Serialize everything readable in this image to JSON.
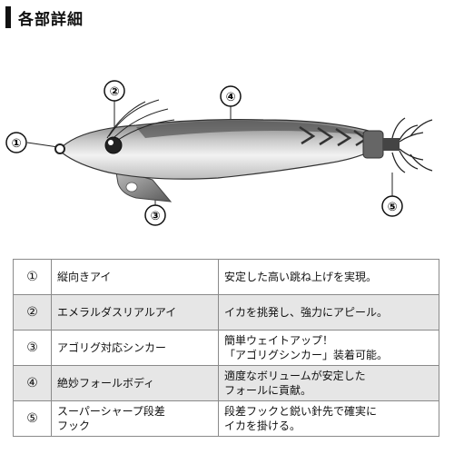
{
  "header": {
    "title": "各部詳細"
  },
  "callouts": [
    "①",
    "②",
    "③",
    "④",
    "⑤"
  ],
  "table": {
    "rows": [
      {
        "num": "①",
        "name": [
          "縦向きアイ"
        ],
        "desc": [
          "安定した高い跳ね上げを実現。"
        ]
      },
      {
        "num": "②",
        "name": [
          "エメラルダスリアルアイ"
        ],
        "desc": [
          "イカを挑発し、強力にアピール。"
        ]
      },
      {
        "num": "③",
        "name": [
          "アゴリグ対応シンカー"
        ],
        "desc": [
          "簡単ウェイトアップ！",
          "「アゴリグシンカー」装着可能。"
        ]
      },
      {
        "num": "④",
        "name": [
          "絶妙フォールボディ"
        ],
        "desc": [
          "適度なボリュームが安定した",
          "フォールに貢献。"
        ]
      },
      {
        "num": "⑤",
        "name": [
          "スーパーシャープ段差",
          "フック"
        ],
        "desc": [
          "段差フックと鋭い針先で確実に",
          "イカを掛ける。"
        ]
      }
    ]
  }
}
